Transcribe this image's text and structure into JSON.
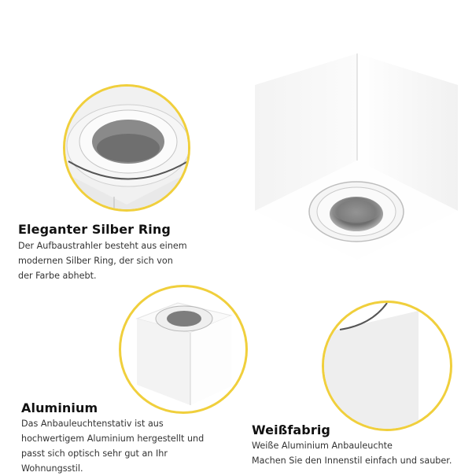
{
  "colors": {
    "accent_ring": "#f0cf3c",
    "text_dark": "#111111",
    "text_body": "#333333"
  },
  "features": [
    {
      "title": "Eleganter Silber Ring",
      "lines": [
        "Der Aufbaustrahler besteht aus einem",
        "modernen Silber Ring, der sich von",
        "der Farbe abhebt."
      ]
    },
    {
      "title": "Aluminium",
      "lines": [
        "Das Anbauleuchtenstativ ist aus",
        "hochwertigem Aluminium hergestellt und",
        "passt sich optisch sehr gut an Ihr",
        "Wohnungsstil."
      ]
    },
    {
      "title": "Weißfabrig",
      "lines": [
        "Weiße Aluminium Anbauleuchte",
        "Machen Sie den Innenstil einfach und sauber."
      ]
    }
  ],
  "images": {
    "main": "white-square-ceiling-spotlight",
    "detail_ring": "silver-ring-closeup",
    "detail_aluminium": "cube-housing-view",
    "detail_white": "white-surface-closeup"
  }
}
